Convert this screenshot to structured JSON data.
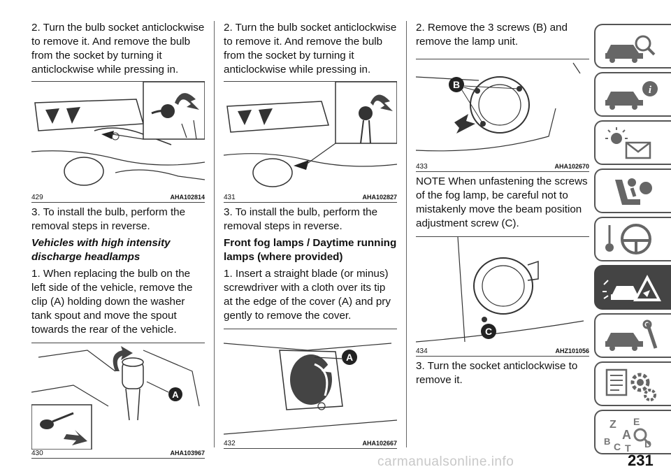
{
  "col1": {
    "p1": "2. Turn the bulb socket anticlockwise to remove it. And remove the bulb from the socket by turning it anticlockwise while pressing in.",
    "fig1": {
      "num": "429",
      "code": "AHA102814"
    },
    "p2": "3. To install the bulb, perform the removal steps in reverse.",
    "h1": "Vehicles with high intensity discharge headlamps",
    "p3": "1. When replacing the bulb on the left side of the vehicle, remove the clip (A) holding down the washer tank spout and move the spout towards the rear of the vehicle.",
    "fig2": {
      "num": "430",
      "code": "AHA103967",
      "label": "A"
    }
  },
  "col2": {
    "p1": "2. Turn the bulb socket anticlockwise to remove it. And remove the bulb from the socket by turning it anticlockwise while pressing in.",
    "fig1": {
      "num": "431",
      "code": "AHA102827"
    },
    "p2": "3. To install the bulb, perform the removal steps in reverse.",
    "h1": "Front fog lamps / Daytime running lamps (where provided)",
    "p3": "1. Insert a straight blade (or minus) screwdriver with a cloth over its tip at the edge of the cover (A) and pry gently to remove the cover.",
    "fig2": {
      "num": "432",
      "code": "AHA102667",
      "label": "A"
    }
  },
  "col3": {
    "p1": "2. Remove the 3 screws (B) and remove the lamp unit.",
    "fig1": {
      "num": "433",
      "code": "AHA102670",
      "label": "B"
    },
    "p2": "NOTE When unfastening the screws of the fog lamp, be careful not to mistakenly move the beam position adjustment screw (C).",
    "fig2": {
      "num": "434",
      "code": "AHZ101056",
      "label": "C"
    },
    "p3": "3. Turn the socket anticlockwise to remove it."
  },
  "tabs": [
    {
      "icon": "car-magnifier-icon"
    },
    {
      "icon": "car-info-icon"
    },
    {
      "icon": "warning-light-envelope-icon"
    },
    {
      "icon": "seat-airbag-icon"
    },
    {
      "icon": "steering-wheel-key-icon"
    },
    {
      "icon": "car-breakdown-warning-icon",
      "active": true
    },
    {
      "icon": "car-wrench-icon"
    },
    {
      "icon": "specifications-gear-icon"
    },
    {
      "icon": "alphabet-index-icon",
      "letters": [
        "Z",
        "E",
        "A",
        "B",
        "C",
        "T",
        "D"
      ]
    }
  ],
  "page_number": "231",
  "footer": "carmanualsonline.info"
}
